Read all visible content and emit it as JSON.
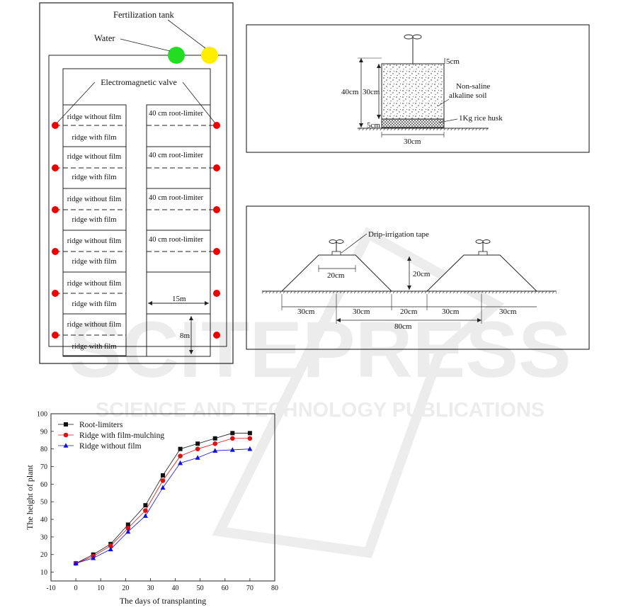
{
  "layout_panel": {
    "fertilization_tank_label": "Fertilization tank",
    "water_label": "Water",
    "valve_label": "Electromagnetic valve",
    "left_plots": [
      {
        "top": "ridge without film",
        "bottom": "ridge with film"
      },
      {
        "top": "ridge without film",
        "bottom": "ridge with film"
      },
      {
        "top": "ridge without film",
        "bottom": "ridge with film"
      },
      {
        "top": "ridge without film",
        "bottom": "ridge with film"
      },
      {
        "top": "ridge without film",
        "bottom": "ridge with film"
      },
      {
        "top": "ridge without film",
        "bottom": "ridge with film"
      }
    ],
    "right_plots": [
      "40 cm  root-limiter",
      "40 cm  root-limiter",
      "40 cm  root-limiter",
      "40 cm  root-limiter"
    ],
    "width_dim": "15m",
    "length_dim": "8m",
    "colors": {
      "water": "#22dd22",
      "fertilizer": "#ffee00",
      "valve": "#ee0000"
    }
  },
  "container_panel": {
    "dim_top": "5cm",
    "dim_total": "40cm",
    "dim_soil": "30cm",
    "dim_husk": "5cm",
    "soil_label_line1": "Non-saline",
    "soil_label_line2": "alkaline soil",
    "husk_label": "1Kg rice husk",
    "dim_width": "30cm"
  },
  "ridge_panel": {
    "tape_label": "Drip-irrigation tape",
    "top_width": "20cm",
    "height": "20cm",
    "segments": [
      "30cm",
      "30cm",
      "20cm",
      "30cm",
      "30cm"
    ],
    "spacing": "80cm"
  },
  "watermark": {
    "big": "SCITEPRESS",
    "sub": "SCIENCE AND TECHNOLOGY PUBLICATIONS"
  },
  "chart_data": {
    "type": "line",
    "xlabel": "The days of transplanting",
    "ylabel": "The height of plant",
    "xlim": [
      -10,
      80
    ],
    "ylim": [
      5,
      100
    ],
    "xticks": [
      -10,
      0,
      10,
      20,
      30,
      40,
      50,
      60,
      70,
      80
    ],
    "yticks": [
      10,
      20,
      30,
      40,
      50,
      60,
      70,
      80,
      90,
      100
    ],
    "x": [
      0,
      7,
      14,
      21,
      28,
      35,
      42,
      49,
      56,
      63,
      70
    ],
    "grid": false,
    "legend_position": "top-left",
    "series": [
      {
        "name": "Root-limiters",
        "color": "#111111",
        "marker": "square",
        "values": [
          15,
          20,
          26,
          37,
          48,
          65,
          80,
          83,
          86,
          89,
          89
        ]
      },
      {
        "name": "Ridge with film-mulching",
        "color": "#dd1111",
        "marker": "circle",
        "values": [
          15,
          19,
          25,
          35,
          45,
          62,
          76,
          80,
          83,
          86,
          86
        ]
      },
      {
        "name": "Ridge without film",
        "color": "#1111dd",
        "marker": "triangle",
        "values": [
          15,
          18,
          23,
          33,
          42,
          58,
          72,
          75,
          79,
          79.5,
          80
        ]
      }
    ]
  }
}
